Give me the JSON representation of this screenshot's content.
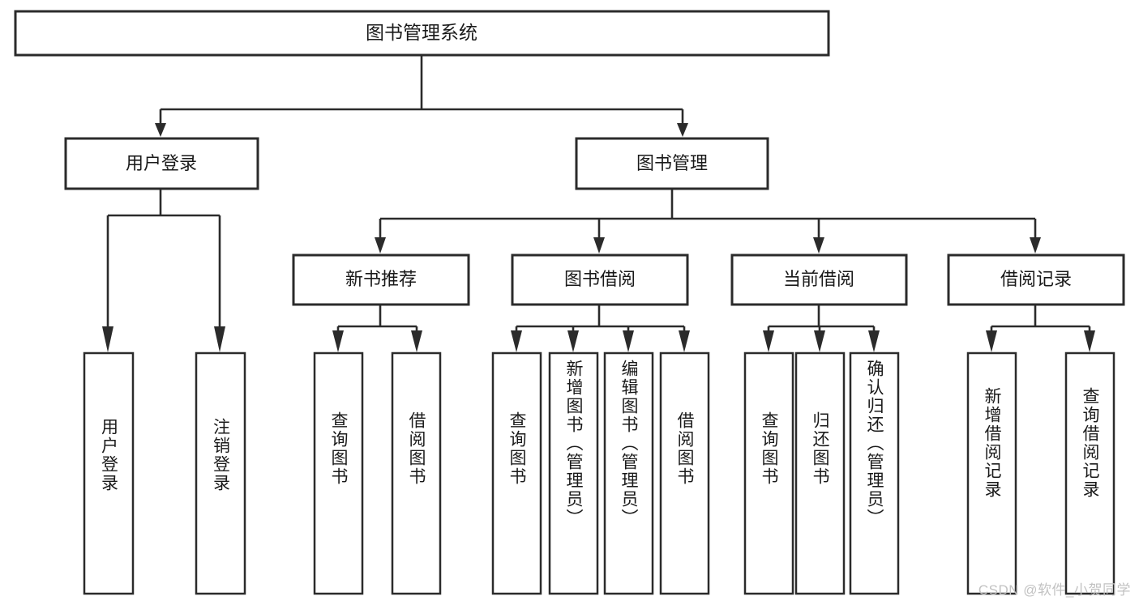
{
  "diagram": {
    "title": "图书管理系统",
    "watermark": "CSDN @软件_小贺同学",
    "colors": {
      "stroke": "#2b2b2b",
      "fill": "#ffffff",
      "text": "#1a1a1a",
      "watermark": "#c2c2c2"
    },
    "root": {
      "label": "图书管理系统"
    },
    "level2": [
      {
        "label": "用户登录"
      },
      {
        "label": "图书管理"
      }
    ],
    "level3": [
      {
        "label": "新书推荐"
      },
      {
        "label": "图书借阅"
      },
      {
        "label": "当前借阅"
      },
      {
        "label": "借阅记录"
      }
    ],
    "leaves": {
      "user_login": [
        {
          "label": "用户登录"
        },
        {
          "label": "注销登录"
        }
      ],
      "new_book_recommend": [
        {
          "label": "查询图书"
        },
        {
          "label": "借阅图书"
        }
      ],
      "book_borrow": [
        {
          "label": "查询图书"
        },
        {
          "label": "新增图书（管理员）"
        },
        {
          "label": "编辑图书（管理员）"
        },
        {
          "label": "借阅图书"
        }
      ],
      "current_borrow": [
        {
          "label": "查询图书"
        },
        {
          "label": "归还图书"
        },
        {
          "label": "确认归还（管理员）"
        }
      ],
      "borrow_record": [
        {
          "label": "新增借阅记录"
        },
        {
          "label": "查询借阅记录"
        }
      ]
    }
  }
}
